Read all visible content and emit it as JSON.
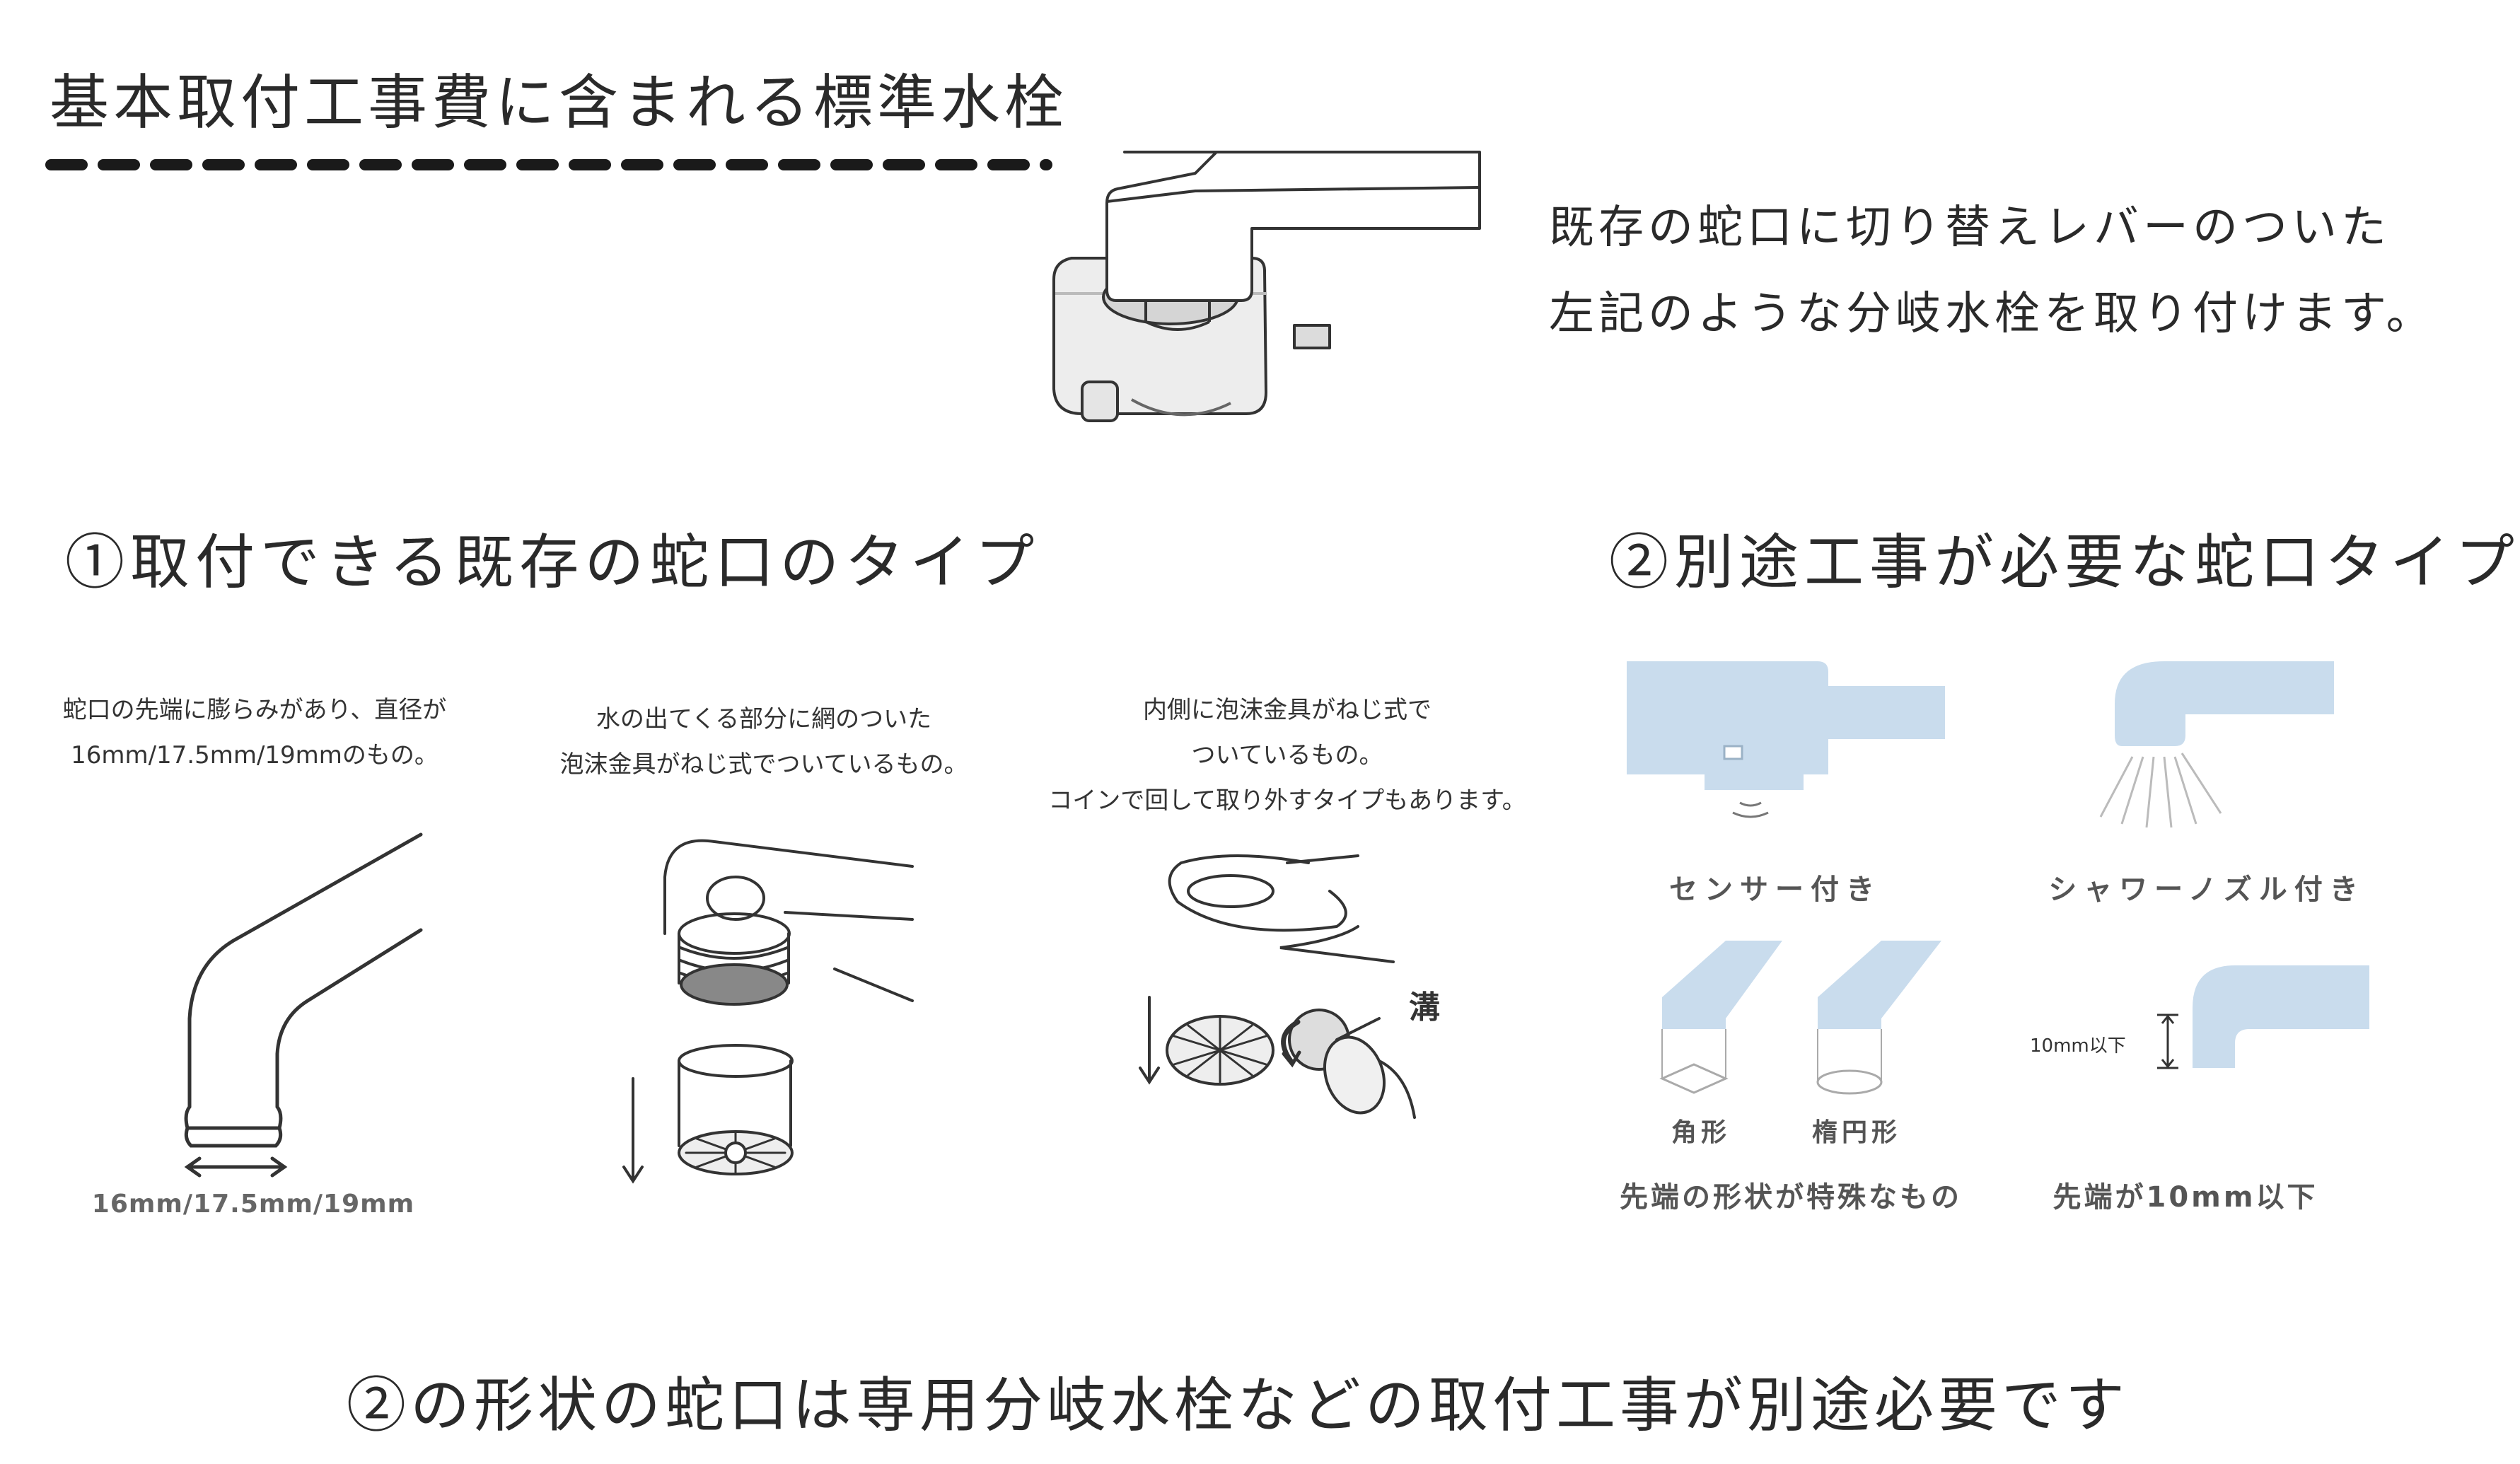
{
  "header": {
    "title": "基本取付工事費に含まれる標準水栓",
    "description_line1": "既存の蛇口に切り替えレバーのついた",
    "description_line2": "左記のような分岐水栓を取り付けます。"
  },
  "section1": {
    "title": "①取付できる既存の蛇口のタイプ",
    "items": [
      {
        "caption_line1": "蛇口の先端に膨らみがあり、直径が",
        "caption_line2": "16mm/17.5mm/19mmのもの。",
        "dimension_label": "16mm/17.5mm/19mm"
      },
      {
        "caption_line1": "水の出てくる部分に網のついた",
        "caption_line2": "泡沫金具がねじ式でついているもの。"
      },
      {
        "caption_line1": "内側に泡沫金具がねじ式で",
        "caption_line2": "ついているもの。",
        "caption_line3": "コインで回して取り外すタイプもあります。",
        "groove_label": "溝"
      }
    ]
  },
  "section2": {
    "title": "②別途工事が必要な蛇口タイプ",
    "items": [
      {
        "label": "センサー付き"
      },
      {
        "label": "シャワーノズル付き"
      },
      {
        "label": "先端の形状が特殊なもの",
        "sub_labels": [
          "角形",
          "楕円形"
        ]
      },
      {
        "label": "先端が10mm以下",
        "dimension_label": "10mm以下"
      }
    ]
  },
  "footer": {
    "text": "②の形状の蛇口は専用分岐水栓などの取付工事が別途必要です"
  },
  "colors": {
    "faucet_fill": "#c9dced",
    "line": "#333333",
    "label_gray": "#555555"
  }
}
